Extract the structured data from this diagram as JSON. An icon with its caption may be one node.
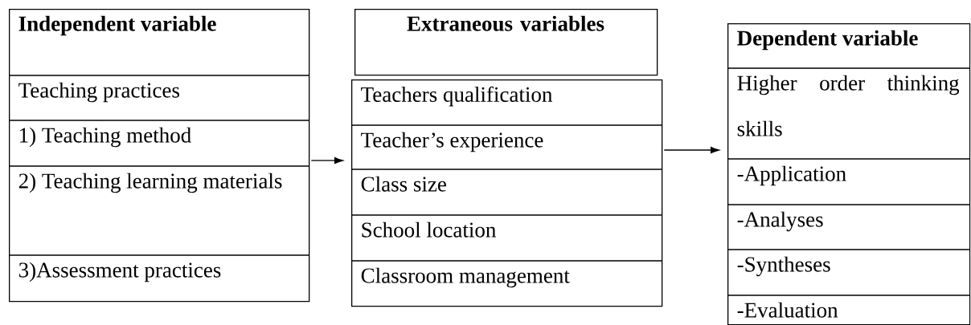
{
  "diagram": {
    "nodes": [
      {
        "text": [
          "Independent variable",
          "Teaching practices",
          "1) Teaching method",
          "2) Teaching learning materials",
          "3)Assessment practices"
        ]
      },
      {
        "text": [
          "Extraneous variables"
        ]
      },
      {
        "text": [
          "Teachers qualification",
          "Teacher’s experience",
          "Class size",
          "School location",
          "Classroom management"
        ]
      },
      {
        "text": [
          "Dependent variable",
          "Higher order thinking skills",
          "-Application",
          "-Analyses",
          "-Syntheses",
          "-Evaluation"
        ]
      }
    ],
    "edges": [
      {
        "from": 0,
        "to": 2,
        "arrow": "to"
      },
      {
        "from": 2,
        "to": 3,
        "arrow": "to"
      }
    ]
  }
}
